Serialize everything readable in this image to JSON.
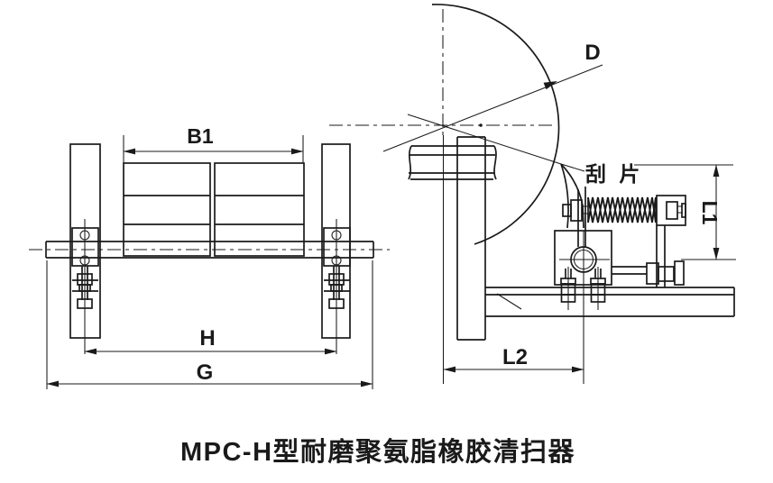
{
  "drawing": {
    "title": "MPC-H型耐磨聚氨脂橡胶清扫器",
    "labels": {
      "blade_width": "B1",
      "mount_span": "H",
      "overall_width": "G",
      "pulley_diameter": "D",
      "scraper_blade": "刮 片",
      "vertical_offset": "L1",
      "horizontal_offset": "L2"
    },
    "colors": {
      "line": "#1a1a1a",
      "background": "#ffffff"
    }
  }
}
